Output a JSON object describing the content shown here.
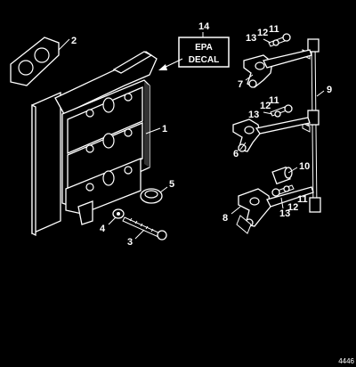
{
  "decal": {
    "line1": "EPA",
    "line2": "DECAL"
  },
  "callouts": {
    "c1": "1",
    "c2": "2",
    "c3": "3",
    "c4": "4",
    "c5": "5",
    "c6": "6",
    "c7": "7",
    "c8": "8",
    "c9": "9",
    "c10": "10",
    "c11a": "11",
    "c11b": "11",
    "c11c": "11",
    "c12a": "12",
    "c12b": "12",
    "c12c": "12",
    "c13a": "13",
    "c13b": "13",
    "c13c": "13",
    "c14": "14"
  },
  "figure_ref": "4446"
}
